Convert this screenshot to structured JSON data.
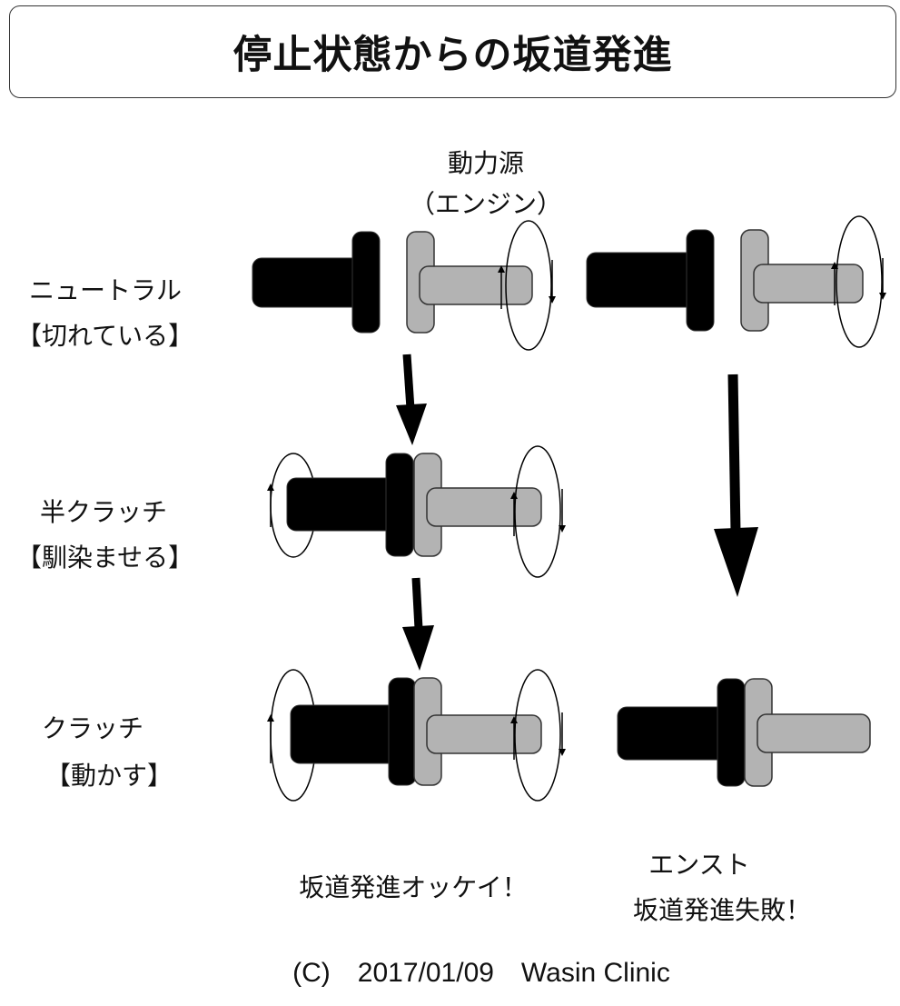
{
  "title": "停止状態からの坂道発進",
  "engine_label_line1": "動力源",
  "engine_label_line2": "（エンジン）",
  "rows": [
    {
      "name": "ニュートラル",
      "desc": "【切れている】"
    },
    {
      "name": "半クラッチ",
      "desc": "【馴染ませる】"
    },
    {
      "name": "クラッチ",
      "desc": "【動かす】"
    }
  ],
  "outcome_ok": "坂道発進オッケイ！",
  "outcome_fail_line1": "エンスト",
  "outcome_fail_line2": "坂道発進失敗！",
  "footer": "(C)　2017/01/09　Wasin Clinic",
  "colors": {
    "driven_plate": "#000000",
    "engine_plate": "#b3b3b3",
    "outline": "#333333"
  }
}
